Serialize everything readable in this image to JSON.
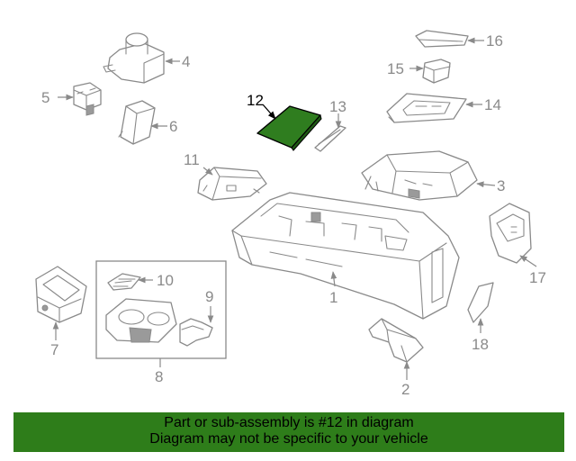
{
  "callouts": [
    {
      "id": "1",
      "label": "1"
    },
    {
      "id": "2",
      "label": "2"
    },
    {
      "id": "3",
      "label": "3"
    },
    {
      "id": "4",
      "label": "4"
    },
    {
      "id": "5",
      "label": "5"
    },
    {
      "id": "6",
      "label": "6"
    },
    {
      "id": "7",
      "label": "7"
    },
    {
      "id": "8",
      "label": "8"
    },
    {
      "id": "9",
      "label": "9"
    },
    {
      "id": "10",
      "label": "10"
    },
    {
      "id": "11",
      "label": "11"
    },
    {
      "id": "12",
      "label": "12"
    },
    {
      "id": "13",
      "label": "13"
    },
    {
      "id": "14",
      "label": "14"
    },
    {
      "id": "15",
      "label": "15"
    },
    {
      "id": "16",
      "label": "16"
    },
    {
      "id": "17",
      "label": "17"
    },
    {
      "id": "18",
      "label": "18"
    }
  ],
  "highlight": {
    "part": "12",
    "color": "#2f7d1f"
  },
  "banner": {
    "line1": "Part or sub-assembly is #12 in diagram",
    "line2": "Diagram may not be specific to your vehicle",
    "color": "#2e7d1a"
  }
}
